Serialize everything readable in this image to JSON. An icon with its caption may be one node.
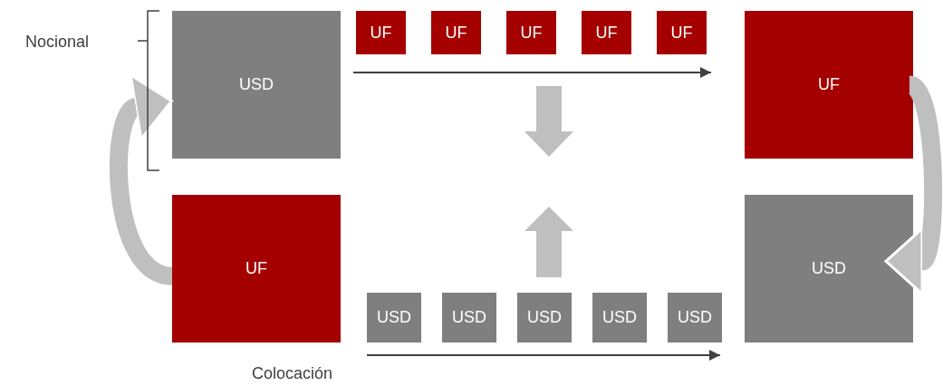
{
  "diagram": {
    "nodes": [
      {
        "text": [
          "USD"
        ]
      },
      {
        "text": [
          "UF"
        ]
      },
      {
        "text": [
          "UF"
        ]
      },
      {
        "text": [
          "UF"
        ]
      },
      {
        "text": [
          "UF"
        ]
      },
      {
        "text": [
          "UF"
        ]
      },
      {
        "text": [
          "UF"
        ]
      },
      {
        "text": [
          "UF"
        ]
      },
      {
        "text": [
          "USD"
        ]
      },
      {
        "text": [
          "USD"
        ]
      },
      {
        "text": [
          "USD"
        ]
      },
      {
        "text": [
          "USD"
        ]
      },
      {
        "text": [
          "USD"
        ]
      },
      {
        "text": [
          "USD"
        ]
      }
    ],
    "edges": [
      {
        "from": 7,
        "to": 0,
        "arrow": "to"
      },
      {
        "from": 6,
        "to": 13,
        "arrow": "to"
      }
    ],
    "labels": [
      "Nocional",
      "Colocación"
    ]
  }
}
